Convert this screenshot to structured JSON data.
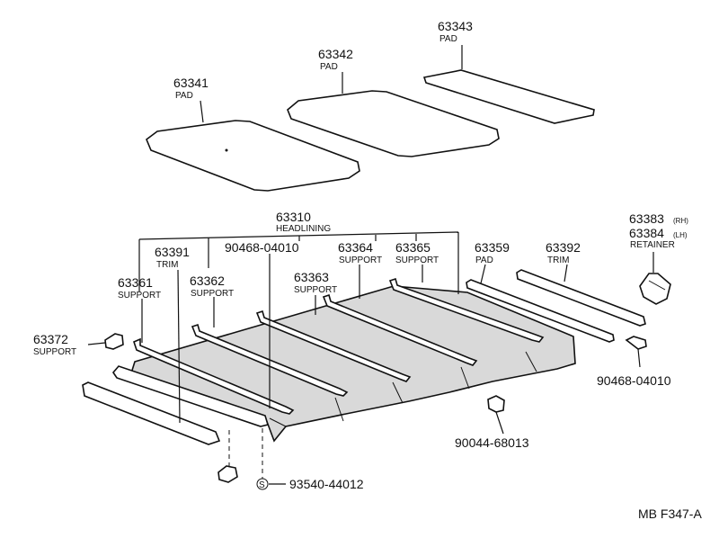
{
  "labels": {
    "p63343": {
      "num": "63343",
      "desc": "PAD"
    },
    "p63342": {
      "num": "63342",
      "desc": "PAD"
    },
    "p63341": {
      "num": "63341",
      "desc": "PAD"
    },
    "p63310": {
      "num": "63310",
      "desc": "HEADLINING"
    },
    "p63391": {
      "num": "63391",
      "desc": "TRIM"
    },
    "p9046804010a": {
      "num": "90468-04010"
    },
    "p63364": {
      "num": "63364",
      "desc": "SUPPORT"
    },
    "p63365": {
      "num": "63365",
      "desc": "SUPPORT"
    },
    "p63359": {
      "num": "63359",
      "desc": "PAD"
    },
    "p63392": {
      "num": "63392",
      "desc": "TRIM"
    },
    "p63383": {
      "num": "63383",
      "suffix": "(RH)"
    },
    "p63384": {
      "num": "63384",
      "suffix": "(LH)",
      "desc": "RETAINER"
    },
    "p63361": {
      "num": "63361",
      "desc": "SUPPORT"
    },
    "p63362": {
      "num": "63362",
      "desc": "SUPPORT"
    },
    "p63363": {
      "num": "63363",
      "desc": "SUPPORT"
    },
    "p63372": {
      "num": "63372",
      "desc": "SUPPORT"
    },
    "p9046804010b": {
      "num": "90468-04010"
    },
    "p9004468013": {
      "num": "90044-68013"
    },
    "p9354044012": {
      "num": "93540-44012",
      "mark": "S"
    }
  },
  "code": "MB F347-A"
}
